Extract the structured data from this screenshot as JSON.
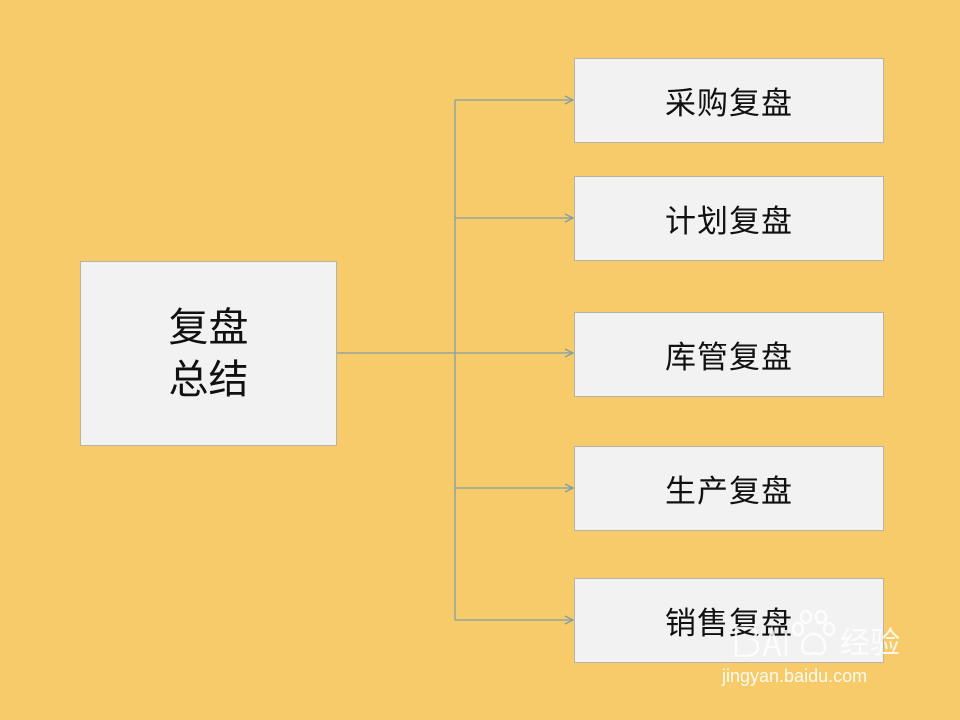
{
  "root": {
    "label_line1": "复盘",
    "label_line2": "总结"
  },
  "children": [
    {
      "label": "采购复盘"
    },
    {
      "label": "计划复盘"
    },
    {
      "label": "库管复盘"
    },
    {
      "label": "生产复盘"
    },
    {
      "label": "销售复盘"
    }
  ],
  "watermark": {
    "logo_text": "Baidu经验",
    "url": "jingyan.baidu.com"
  },
  "colors": {
    "background": "#f8cb6a",
    "node_fill": "#f2f2f2",
    "connector": "#7f9fa8"
  }
}
